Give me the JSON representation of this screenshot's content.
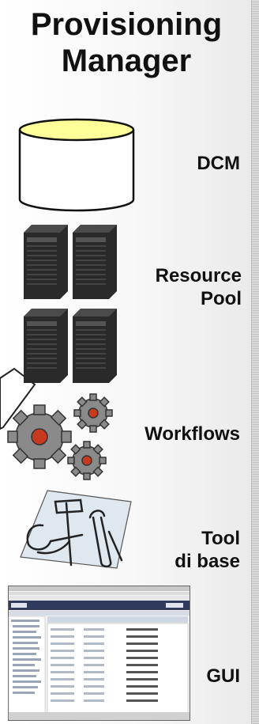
{
  "title": {
    "line1": "Provisioning",
    "line2": "Manager"
  },
  "items": [
    {
      "label": "DCM",
      "icon": "database-cylinder-icon"
    },
    {
      "label_lines": [
        "Resource",
        "Pool"
      ],
      "icon": "server-rack-icon"
    },
    {
      "label": "Workflows",
      "icon": "gears-icon"
    },
    {
      "label_lines": [
        "Tool",
        "di base"
      ],
      "icon": "tools-icon"
    },
    {
      "label": "GUI",
      "icon": "app-screenshot-icon"
    }
  ],
  "colors": {
    "cylinder_top": "#ffff99",
    "server": "#2a2a2a",
    "gear": "#8a8a8a",
    "gear_center": "#c83a1e",
    "gui_header": "#2f3a5c"
  }
}
